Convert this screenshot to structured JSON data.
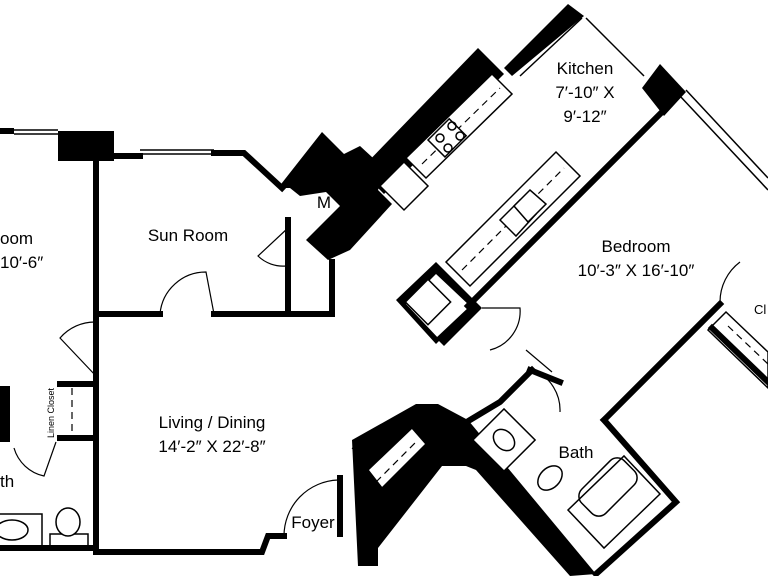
{
  "rooms": {
    "left_room_name": "oom",
    "left_room_dims": "10′-6″",
    "sun_room": "Sun Room",
    "mech": "M",
    "kitchen_name": "Kitchen",
    "kitchen_dims_1": "7′-10″ X",
    "kitchen_dims_2": "9′-12″",
    "bedroom_name": "Bedroom",
    "bedroom_dims": "10′-3″ X 16′-10″",
    "closet_partial": "Cl",
    "living_name": "Living / Dining",
    "living_dims": "14′-2″ X 22′-8″",
    "linen_closet": "Linen Closet",
    "left_bath_partial": "th",
    "bath": "Bath",
    "foyer": "Foyer"
  }
}
